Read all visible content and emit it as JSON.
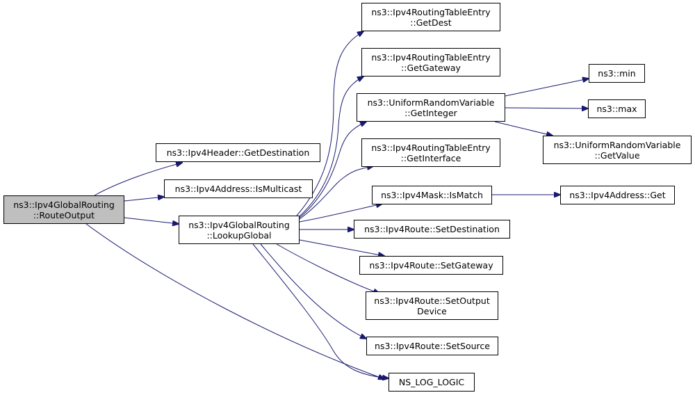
{
  "diagram": {
    "edge_color": "#191970",
    "root_fill": "#bfbfbf",
    "nodes": {
      "route_output": {
        "line1": "ns3::Ipv4GlobalRouting",
        "line2": "::RouteOutput"
      },
      "get_destination": {
        "line1": "ns3::Ipv4Header::GetDestination"
      },
      "is_multicast": {
        "line1": "ns3::Ipv4Address::IsMulticast"
      },
      "lookup_global": {
        "line1": "ns3::Ipv4GlobalRouting",
        "line2": "::LookupGlobal"
      },
      "get_dest": {
        "line1": "ns3::Ipv4RoutingTableEntry",
        "line2": "::GetDest"
      },
      "get_gateway": {
        "line1": "ns3::Ipv4RoutingTableEntry",
        "line2": "::GetGateway"
      },
      "get_integer": {
        "line1": "ns3::UniformRandomVariable",
        "line2": "::GetInteger"
      },
      "get_interface": {
        "line1": "ns3::Ipv4RoutingTableEntry",
        "line2": "::GetInterface"
      },
      "is_match": {
        "line1": "ns3::Ipv4Mask::IsMatch"
      },
      "set_destination": {
        "line1": "ns3::Ipv4Route::SetDestination"
      },
      "set_gateway": {
        "line1": "ns3::Ipv4Route::SetGateway"
      },
      "set_output": {
        "line1": "ns3::Ipv4Route::SetOutput",
        "line2": "Device"
      },
      "set_source": {
        "line1": "ns3::Ipv4Route::SetSource"
      },
      "ns_log": {
        "line1": "NS_LOG_LOGIC"
      },
      "min": {
        "line1": "ns3::min"
      },
      "max": {
        "line1": "ns3::max"
      },
      "get_value": {
        "line1": "ns3::UniformRandomVariable",
        "line2": "::GetValue"
      },
      "addr_get": {
        "line1": "ns3::Ipv4Address::Get"
      }
    },
    "edges": [
      {
        "from": "route_output",
        "to": "get_destination"
      },
      {
        "from": "route_output",
        "to": "is_multicast"
      },
      {
        "from": "route_output",
        "to": "lookup_global"
      },
      {
        "from": "route_output",
        "to": "ns_log"
      },
      {
        "from": "lookup_global",
        "to": "get_dest"
      },
      {
        "from": "lookup_global",
        "to": "get_gateway"
      },
      {
        "from": "lookup_global",
        "to": "get_integer"
      },
      {
        "from": "lookup_global",
        "to": "get_interface"
      },
      {
        "from": "lookup_global",
        "to": "is_match"
      },
      {
        "from": "lookup_global",
        "to": "set_destination"
      },
      {
        "from": "lookup_global",
        "to": "set_gateway"
      },
      {
        "from": "lookup_global",
        "to": "set_output"
      },
      {
        "from": "lookup_global",
        "to": "set_source"
      },
      {
        "from": "lookup_global",
        "to": "ns_log"
      },
      {
        "from": "get_integer",
        "to": "min"
      },
      {
        "from": "get_integer",
        "to": "max"
      },
      {
        "from": "get_integer",
        "to": "get_value"
      },
      {
        "from": "is_match",
        "to": "addr_get"
      }
    ]
  }
}
